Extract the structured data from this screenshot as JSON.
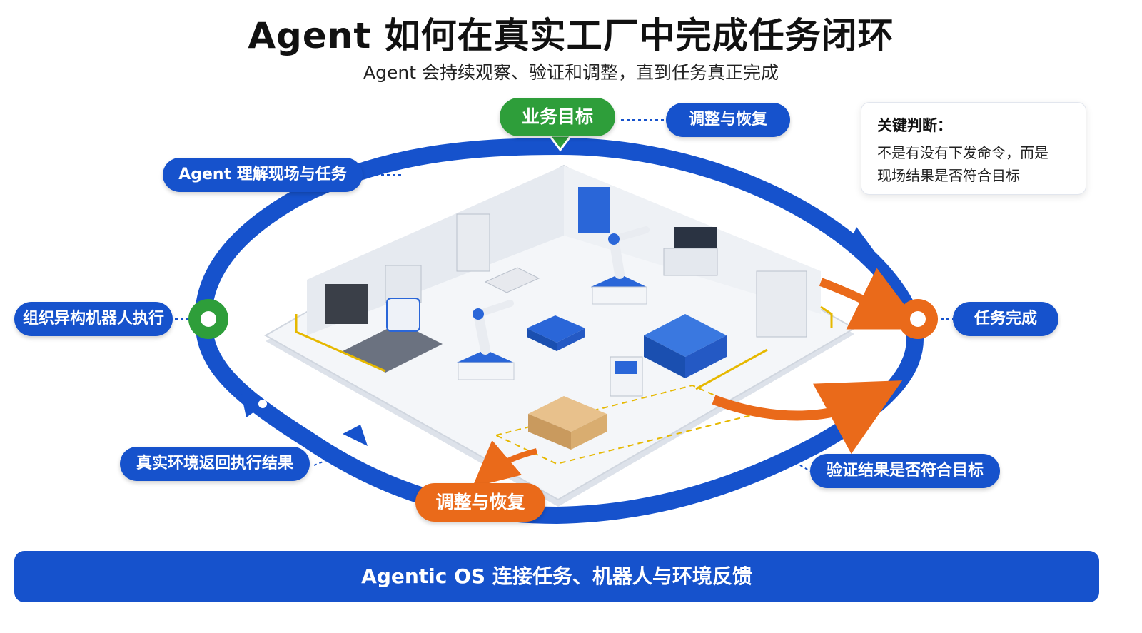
{
  "title": "Agent 如何在真实工厂中完成任务闭环",
  "subtitle": "Agent 会持续观察、验证和调整，直到任务真正完成",
  "loop": {
    "goal": "业务目标",
    "adjust_top": "调整与恢复",
    "understand": "Agent 理解现场与任务",
    "organize": "组织异构机器人执行",
    "feedback": "真实环境返回执行结果",
    "adjust_bottom": "调整与恢复",
    "verify": "验证结果是否符合目标",
    "done": "任务完成"
  },
  "note": {
    "title": "关键判断：",
    "line1": "不是有没有下发命令，而是",
    "line2": "现场结果是否符合目标"
  },
  "footer": "Agentic OS 连接任务、机器人与环境反馈",
  "colors": {
    "loop_blue": "#1652cc",
    "green": "#2e9e3a",
    "orange": "#ea6a1a"
  }
}
